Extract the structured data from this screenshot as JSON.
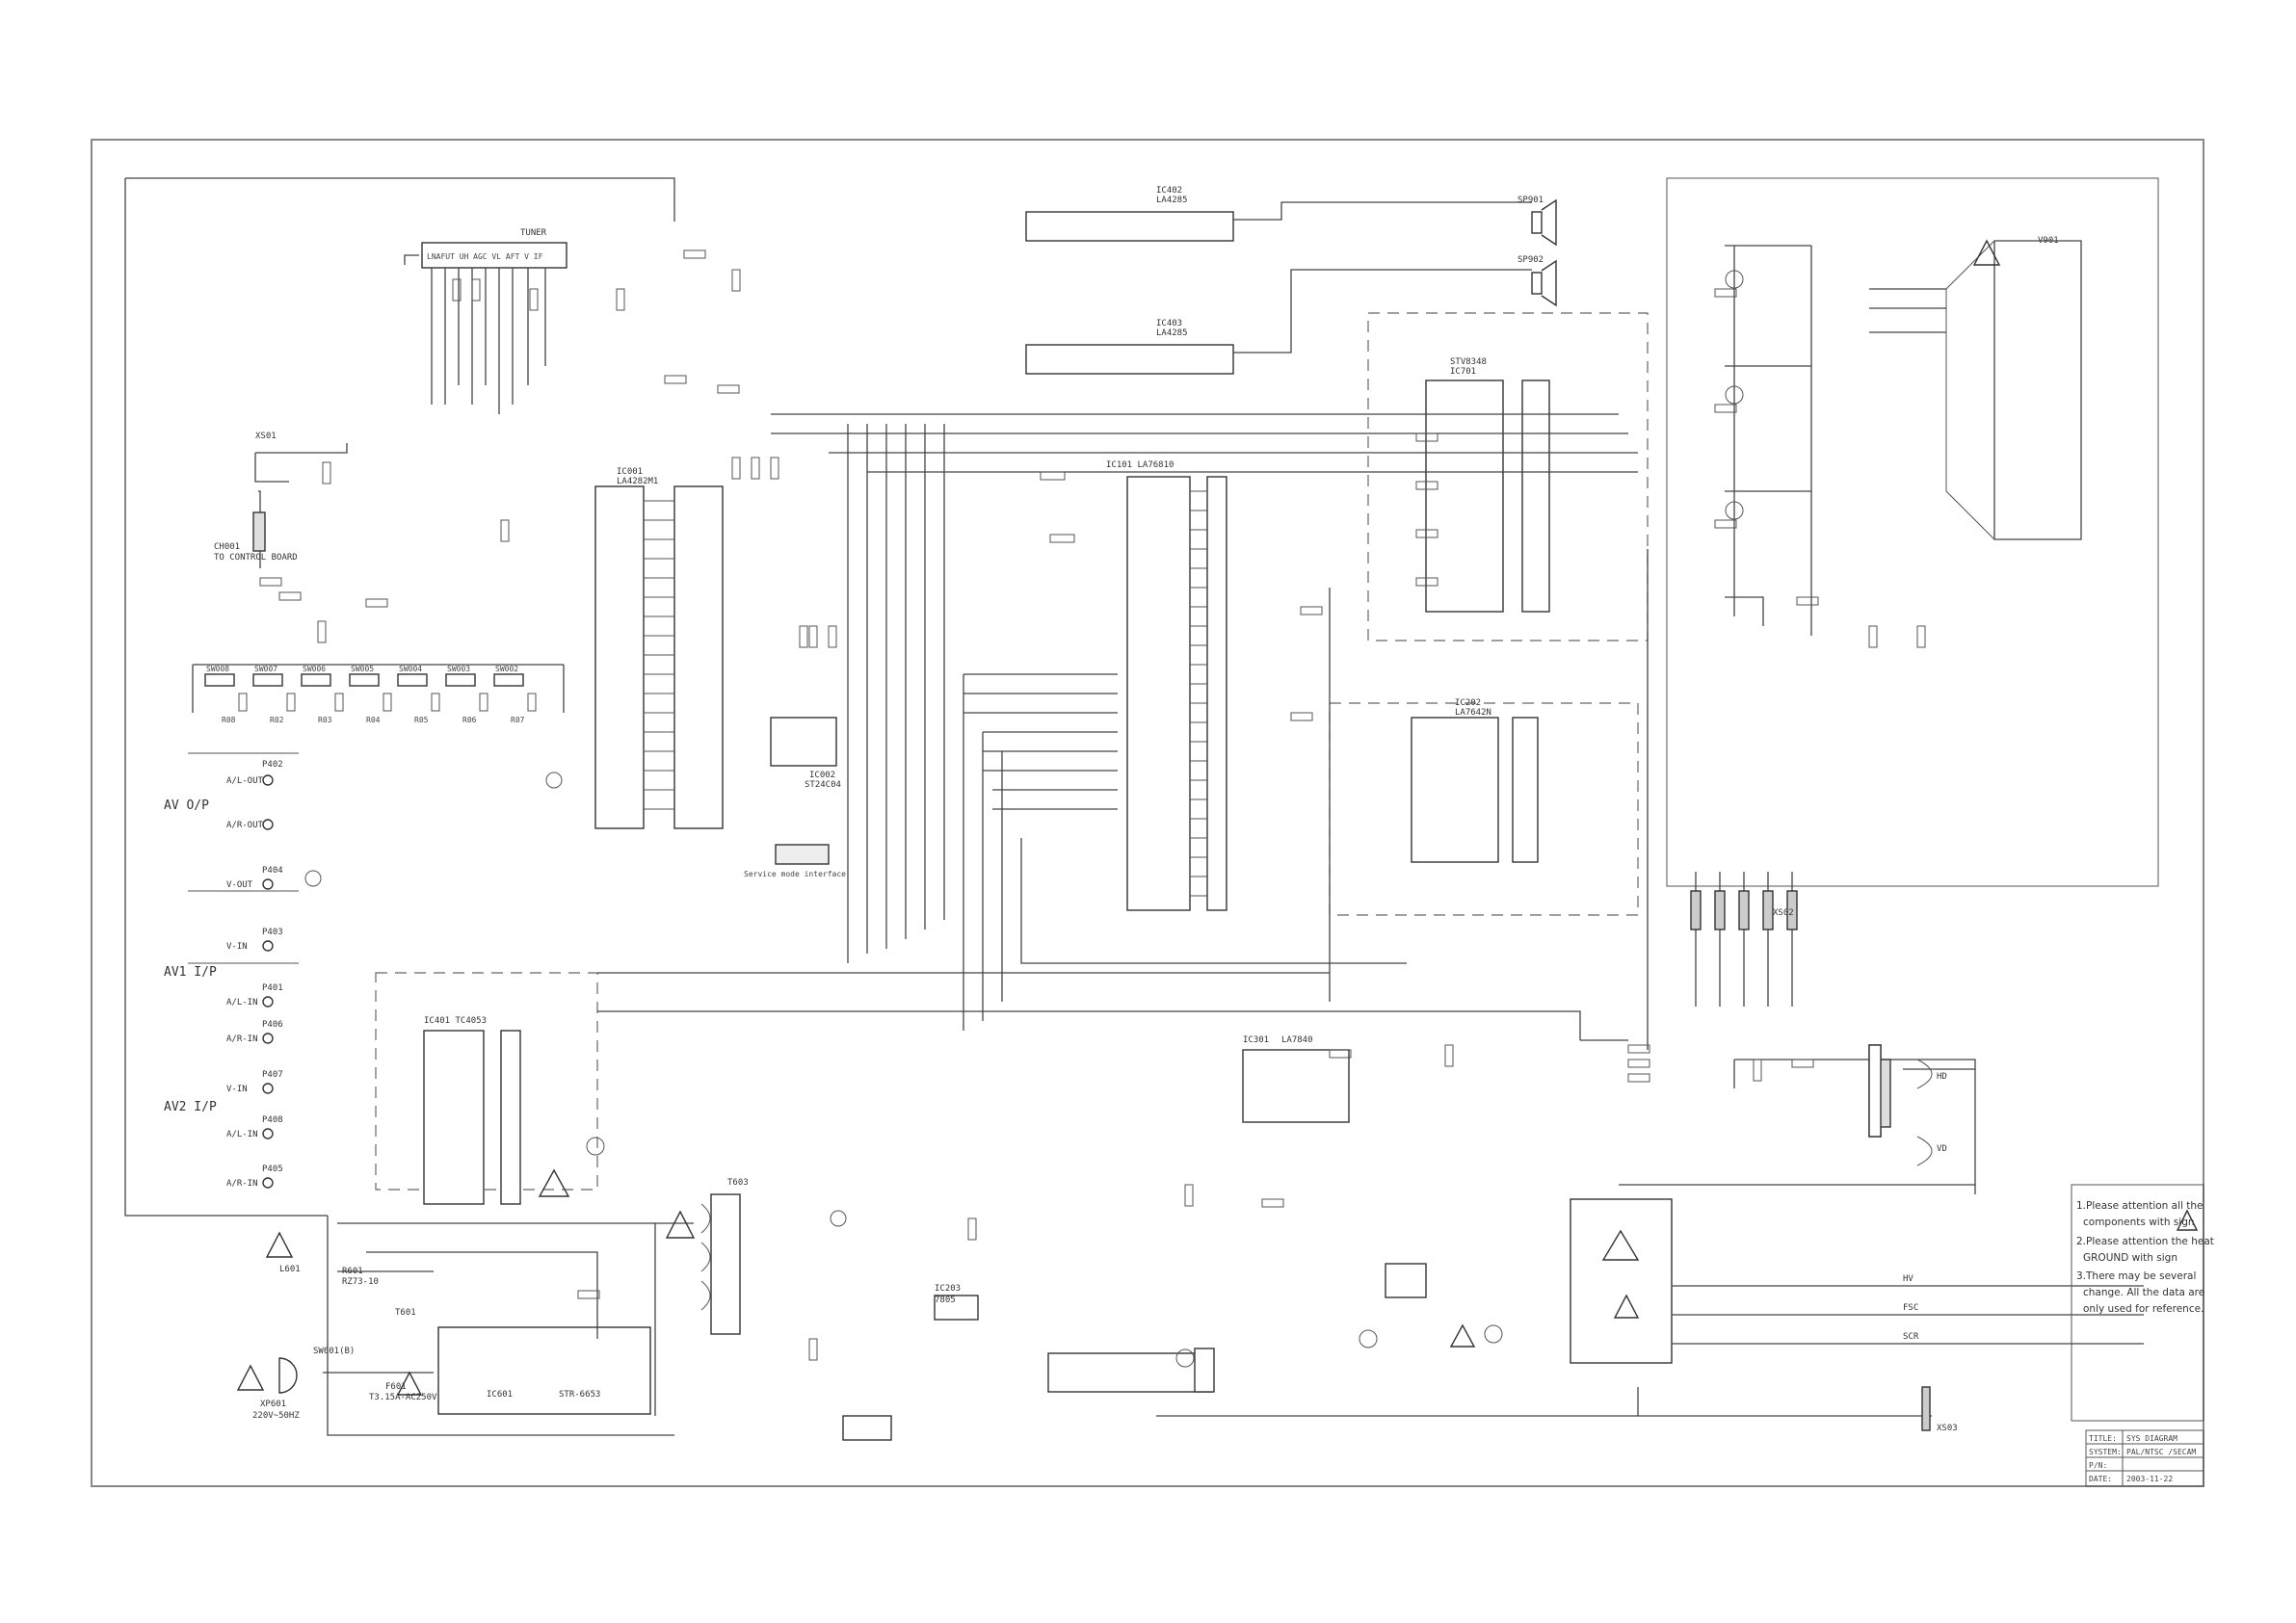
{
  "sections": {
    "av_out": "AV O/P",
    "av1_in": "AV1 I/P",
    "av2_in": "AV2 I/P"
  },
  "av_jacks": {
    "p402": "P402",
    "p402_a": "A/L-OUT",
    "p402_b": "A/R-OUT",
    "p404": "P404",
    "p404_a": "V-OUT",
    "p403": "P403",
    "p403_a": "V-IN",
    "p401": "P401",
    "p401_a": "A/L-IN",
    "p406": "P406",
    "p406_a": "A/R-IN",
    "p407": "P407",
    "p407_a": "V-IN",
    "p408": "P408",
    "p408_a": "A/L-IN",
    "p405": "P405",
    "p405_a": "A/R-IN"
  },
  "tuner": {
    "label": "TUNER",
    "pins": "LNAFUT UH AGC VL AFT V  IF"
  },
  "control": {
    "ch001": "CH001",
    "to_control": "TO CONTROL BOARD",
    "xs01": "XS01"
  },
  "keys": [
    "SW008",
    "SW007",
    "SW006",
    "SW005",
    "SW004",
    "SW003",
    "SW002"
  ],
  "key_res": [
    "R08",
    "R02",
    "R03",
    "R04",
    "R05",
    "R06",
    "R07"
  ],
  "ics": {
    "ic001": "IC001",
    "ic001_part": "LA4282M1",
    "ic402": "IC402",
    "ic402_part": "LA4285",
    "ic403": "IC403",
    "ic403_part": "LA4285",
    "ic101": "IC101 LA76810",
    "ic701": "STV8348",
    "ic701_ref": "IC701",
    "ic202": "IC202",
    "ic202_part": "LA7642N",
    "ic301": "IC301",
    "ic301_part": "LA7840",
    "ic401": "IC401 TC4053",
    "ic002": "IC002",
    "ic002_part": "ST24C04",
    "ic601": "IC601",
    "ic601_part": "STR-6653",
    "ic203": "IC203",
    "ic203_part": "7805"
  },
  "speakers": {
    "sp901": "SP901",
    "sp902": "SP902"
  },
  "crt": {
    "v901": "V901",
    "xs01": "XS01",
    "xs02": "XS02",
    "xs03": "XS03"
  },
  "power": {
    "mains": "XP601",
    "mains_val": "220V~50HZ",
    "fuse": "F601",
    "fuse_val": "T3.15A-AC250V",
    "sw": "SW601(B)",
    "t601": "T601",
    "t603": "T603",
    "l601": "L601",
    "r601": "R601",
    "r601_val": "RZ73-10"
  },
  "service": "Service mode interface",
  "notes": [
    "1.Please attention all the",
    "components with sign",
    "2.Please attention the heat",
    "GROUND with sign",
    "3.There may be several",
    "change. All the data are",
    "only used for reference."
  ],
  "title_block": {
    "rows": [
      [
        "TITLE:",
        "SYS DIAGRAM"
      ],
      [
        "SYSTEM:",
        "PAL/NTSC /SECAM"
      ],
      [
        "P/N:",
        ""
      ],
      [
        "DATE:",
        "2003-11-22"
      ]
    ]
  },
  "bottom_labels": {
    "hv": "HV",
    "fsc": "FSC",
    "scr": "SCR",
    "hd": "HD",
    "vd": "VD"
  }
}
